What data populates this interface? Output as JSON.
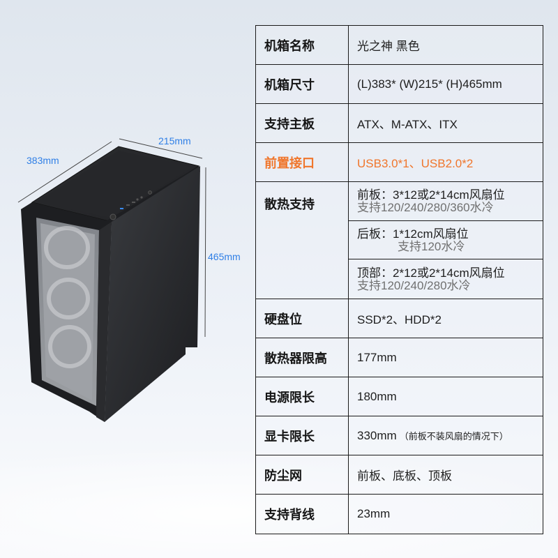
{
  "dimensions": {
    "length_label": "383mm",
    "width_label": "215mm",
    "height_label": "465mm",
    "label_color": "#2f7fe6"
  },
  "product_image": {
    "subject": "black mid-tower PC case with glass front panel and three fans",
    "front_io_icons": [
      "power-button-icon",
      "usb3-port-icon",
      "usb2-port-icon",
      "usb2-port-icon",
      "audio-jack-icon",
      "mic-jack-icon",
      "reset-button-icon"
    ]
  },
  "spec_table": {
    "accent_color": "#f0762c",
    "rows": [
      {
        "key": "机箱名称",
        "value": "光之神 黑色"
      },
      {
        "key": "机箱尺寸",
        "value": "(L)383* (W)215* (H)465mm"
      },
      {
        "key": "支持主板",
        "value": "ATX、M-ATX、ITX"
      },
      {
        "key": "前置接口",
        "value": "USB3.0*1、USB2.0*2",
        "highlight": true
      },
      {
        "key": "散热支持",
        "subrows": [
          {
            "line1": "前板：3*12或2*14cm风扇位",
            "line2": "支持120/240/280/360水冷"
          },
          {
            "line1": "后板：1*12cm风扇位",
            "line2": "支持120水冷"
          },
          {
            "line1": "顶部：2*12或2*14cm风扇位",
            "line2": "支持120/240/280水冷"
          }
        ]
      },
      {
        "key": "硬盘位",
        "value": "SSD*2、HDD*2"
      },
      {
        "key": "散热器限高",
        "value": "177mm"
      },
      {
        "key": "电源限长",
        "value": "180mm"
      },
      {
        "key": "显卡限长",
        "value": "330mm",
        "note": "（前板不装风扇的情况下）"
      },
      {
        "key": "防尘网",
        "value": "前板、底板、顶板"
      },
      {
        "key": "支持背线",
        "value": "23mm"
      }
    ]
  }
}
